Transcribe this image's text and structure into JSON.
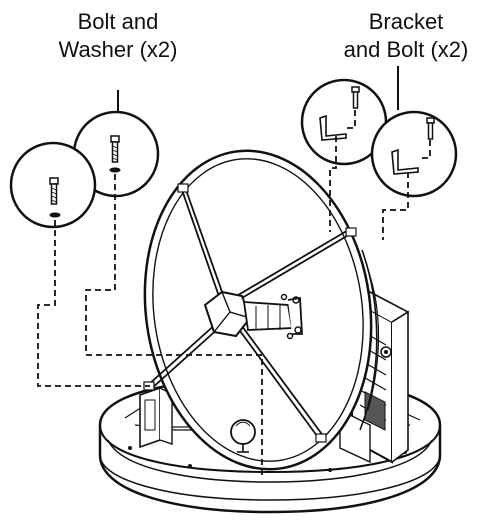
{
  "callouts": {
    "left": {
      "line1": "Bolt and",
      "line2": "Washer (x2)"
    },
    "right": {
      "line1": "Bracket",
      "line2": "and Bolt (x2)"
    }
  },
  "icons": {
    "bolt": "bolt-icon",
    "washer": "washer-icon",
    "bracket": "bracket-icon",
    "antenna": "satellite-antenna-icon"
  },
  "colors": {
    "line": "#111111",
    "background": "#ffffff",
    "shade": "#cfcfcf"
  }
}
